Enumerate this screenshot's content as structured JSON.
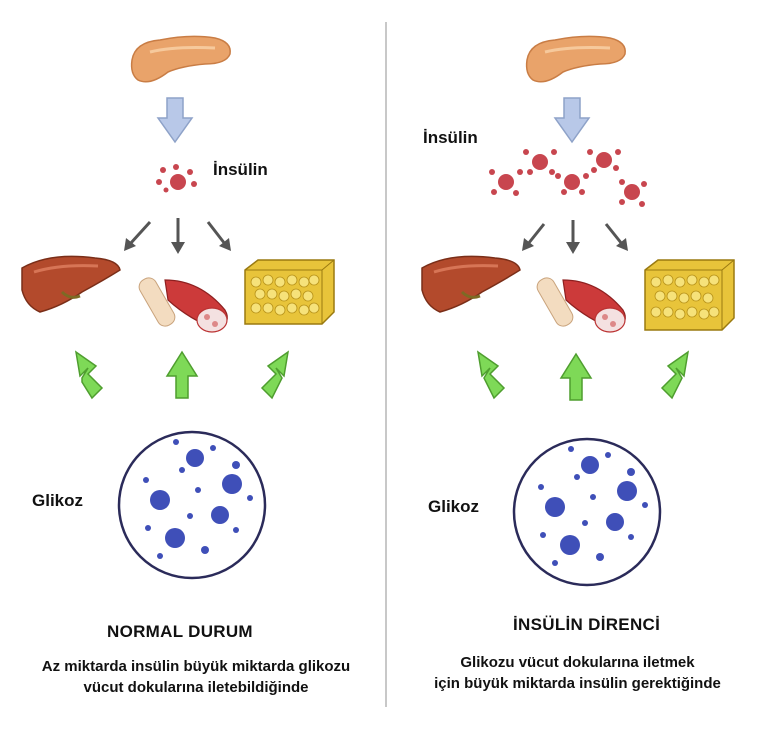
{
  "colors": {
    "pancreas": "#e9a36a",
    "insulin": "#c8464f",
    "arrow_down": "#b8c8e8",
    "arrow_gray": "#555555",
    "arrow_green": "#7ed957",
    "liver": "#b34a2c",
    "fat": "#e8c43a",
    "glucose": "#3f4fb8",
    "circle_border": "#2b2b5a"
  },
  "left": {
    "insulin_label": "İnsülin",
    "glucose_label": "Glikoz",
    "title": "NORMAL DURUM",
    "caption_line1": "Az miktarda insülin büyük miktarda glikozu",
    "caption_line2": "vücut dokularına iletebildiğinde"
  },
  "right": {
    "insulin_label": "İnsülin",
    "glucose_label": "Glikoz",
    "title": "İNSÜLİN DİRENCİ",
    "caption_line1": "Glikozu vücut dokularına iletmek",
    "caption_line2": "için büyük miktarda insülin gerektiğinde"
  },
  "icons": [
    "pancreas-icon",
    "liver-icon",
    "muscle-icon",
    "fat-tissue-icon",
    "glucose-circle-icon"
  ]
}
